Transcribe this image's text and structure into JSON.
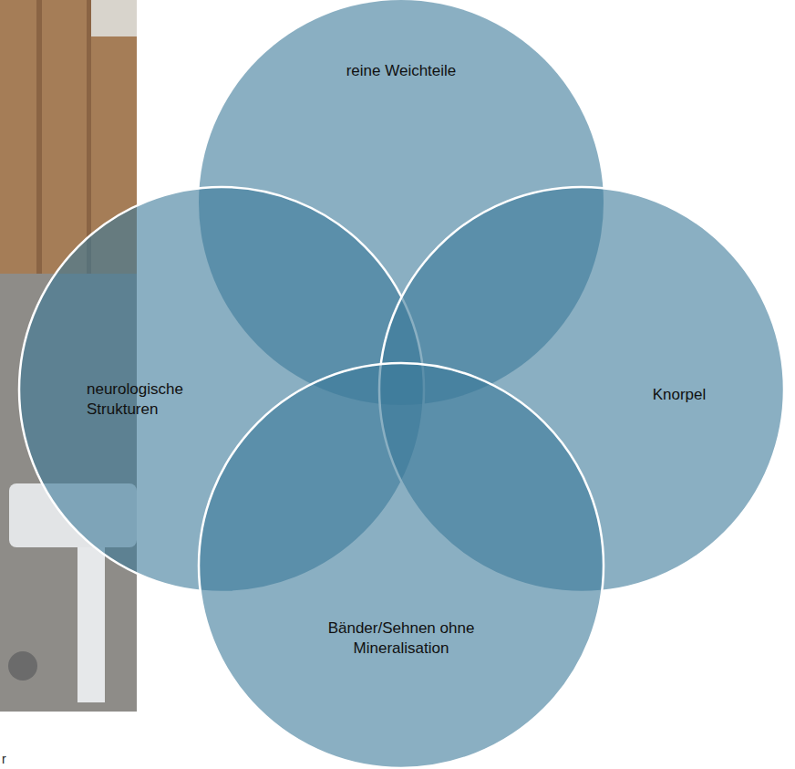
{
  "diagram": {
    "nodes": [
      {
        "text": [
          "reine Weichteile"
        ]
      },
      {
        "text": [
          "neurologische Strukturen"
        ]
      },
      {
        "text": [
          "Knorpel"
        ]
      },
      {
        "text": [
          "Bänder/Sehnen ohne Mineralisation"
        ]
      }
    ],
    "labels": [
      "r"
    ]
  }
}
